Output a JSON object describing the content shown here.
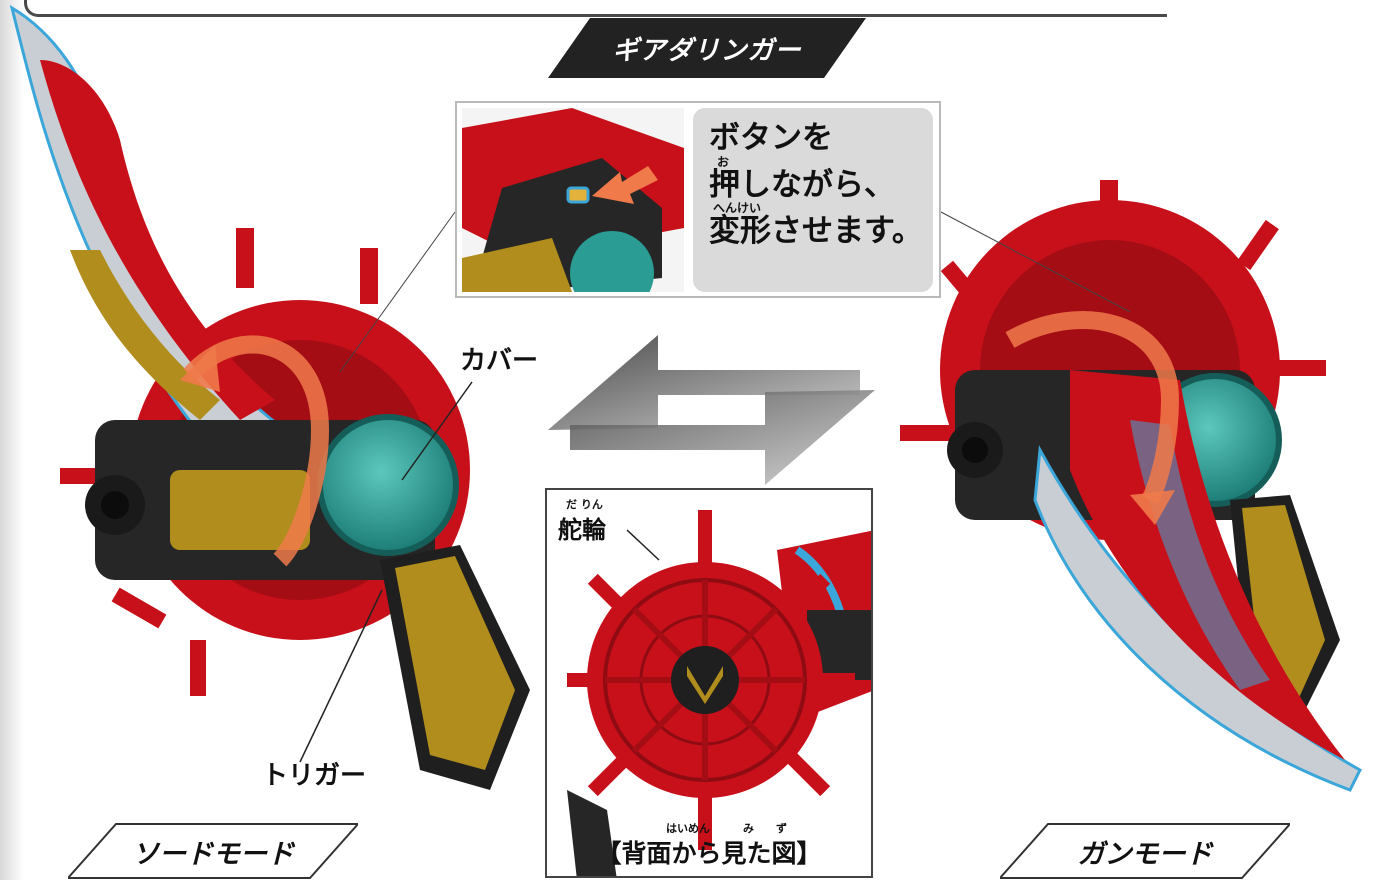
{
  "title": "ギアダリンガー",
  "callout": {
    "line1": "ボタンを",
    "ruby2": "お",
    "line2": "押しながら、",
    "ruby3": "へんけい",
    "line3": "変形させます。"
  },
  "labels": {
    "cover": "カバー",
    "trigger": "トリガー",
    "wheel": "舵輪",
    "wheel_ruby": "だ りん"
  },
  "rear_view": {
    "caption": "【背面から見た図】",
    "caption_ruby": "はいめん　　　み　　ず"
  },
  "modes": {
    "sword": "ソードモード",
    "gun": "ガンモード"
  },
  "colors": {
    "accent_red": "#c8101a",
    "teal": "#2a9c94",
    "gold": "#b08d1c",
    "arrow_orange": "#f07a4a",
    "banner": "#222222"
  },
  "icons": [
    "transform-arrows-icon",
    "rotate-arrow-icon"
  ]
}
